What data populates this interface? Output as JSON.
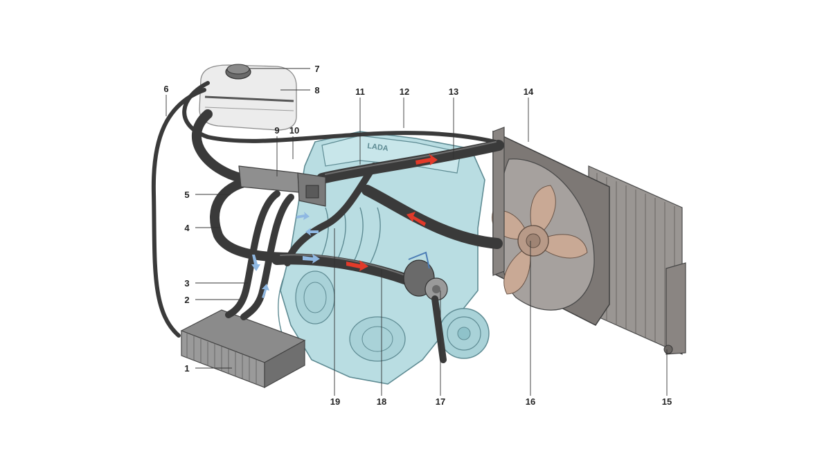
{
  "colors": {
    "background": "#ffffff",
    "engine": "#b9dde2",
    "engine_outline": "#5e8b93",
    "hose": "#3a3a3a",
    "radiator_frame": "#7d7875",
    "fan_blade": "#c9a995",
    "hot_flow_arrow": "#e23a2a",
    "cold_flow_arrow": "#8fb8e2",
    "tank": "#ececec"
  },
  "engine_badge": "LADA",
  "callouts": [
    {
      "id": "1",
      "label": "1"
    },
    {
      "id": "2",
      "label": "2"
    },
    {
      "id": "3",
      "label": "3"
    },
    {
      "id": "4",
      "label": "4"
    },
    {
      "id": "5",
      "label": "5"
    },
    {
      "id": "6",
      "label": "6"
    },
    {
      "id": "7",
      "label": "7"
    },
    {
      "id": "8",
      "label": "8"
    },
    {
      "id": "9",
      "label": "9"
    },
    {
      "id": "10",
      "label": "10"
    },
    {
      "id": "11",
      "label": "11"
    },
    {
      "id": "12",
      "label": "12"
    },
    {
      "id": "13",
      "label": "13"
    },
    {
      "id": "14",
      "label": "14"
    },
    {
      "id": "15",
      "label": "15"
    },
    {
      "id": "16",
      "label": "16"
    },
    {
      "id": "17",
      "label": "17"
    },
    {
      "id": "18",
      "label": "18"
    },
    {
      "id": "19",
      "label": "19"
    }
  ]
}
